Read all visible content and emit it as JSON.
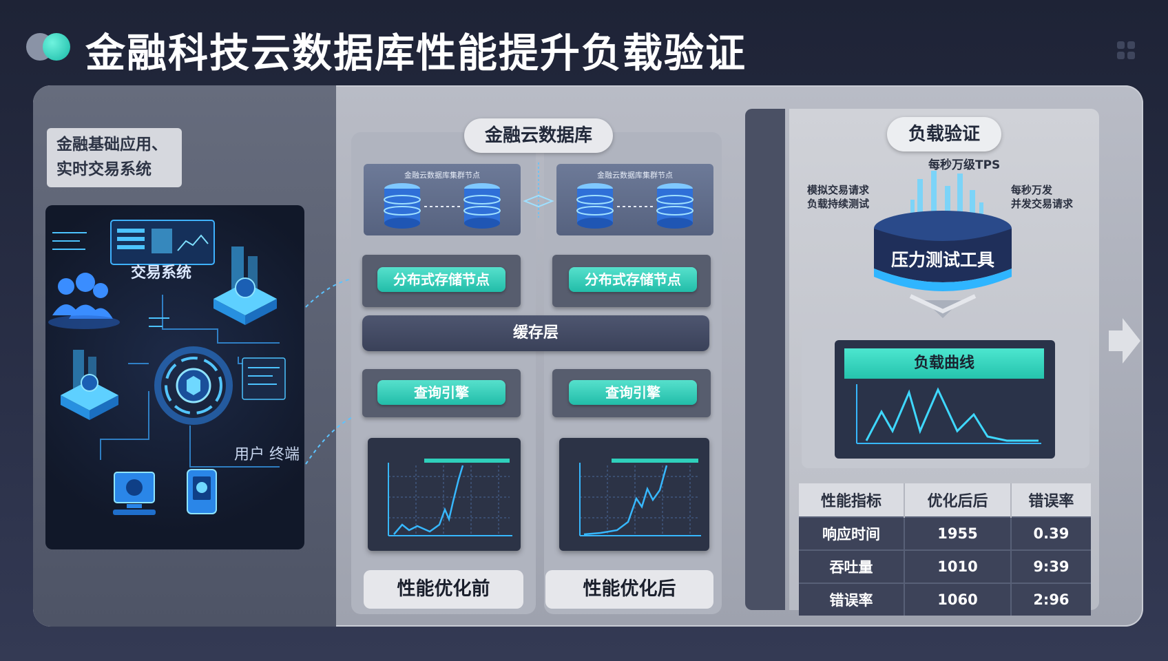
{
  "header": {
    "title": "金融科技云数据库性能提升负载验证"
  },
  "app_section": {
    "label_lines": [
      "金融基础应用、",
      "实时交易系统"
    ]
  },
  "scene": {
    "trading_system_label": "交易系统",
    "user_terminal_label": "用户 终端"
  },
  "database": {
    "title": "金融云数据库",
    "cluster_captions": [
      "金融云数据库集群节点",
      "金融云数据库集群节点"
    ],
    "storage_node_labels": [
      "分布式存储节点",
      "分布式存储节点"
    ],
    "cache_label": "缓存层",
    "query_engine_labels": [
      "查询引擎",
      "查询引擎"
    ],
    "before_label": "性能优化前",
    "after_label": "性能优化后"
  },
  "load_validation": {
    "title": "负载验证",
    "tps_label": "每秒万级TPS",
    "left_annotation_lines": [
      "模拟交易请求",
      "负载持续测试"
    ],
    "right_annotation_lines": [
      "每秒万发",
      "并发交易请求"
    ],
    "tool_label": "压力测试工具",
    "curve_title": "负载曲线"
  },
  "metrics_table": {
    "headers": [
      "性能指标",
      "优化后后",
      "错误率"
    ],
    "rows": [
      {
        "metric": "响应时间",
        "value1": "1955",
        "value2": "0.39"
      },
      {
        "metric": "吞吐量",
        "value1": "1010",
        "value2": "9:39"
      },
      {
        "metric": "错误率",
        "value1": "1060",
        "value2": "2:96"
      }
    ]
  },
  "colors": {
    "accent_teal": "#2fd0bb",
    "dark_panel": "#2c3346",
    "glow_blue": "#37b8ff"
  }
}
